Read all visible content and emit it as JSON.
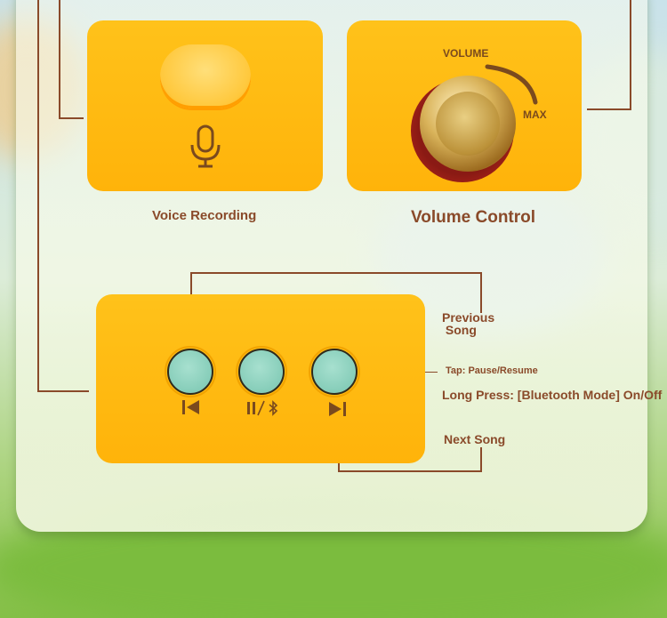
{
  "labels": {
    "voice_recording": "Voice Recording",
    "volume_control": "Volume Control",
    "previous_song": "Previous\n Song",
    "tap": "Tap: Pause/Resume",
    "long_press": "Long Press: [Bluetooth Mode] On/Off",
    "next_song": "Next Song"
  },
  "knob": {
    "volume": "VOLUME",
    "max": "MAX"
  },
  "button_icons": [
    "previous-icon",
    "play-pause-bluetooth-icon",
    "next-icon"
  ],
  "colors": {
    "panel": "#ffb80f",
    "button": "#86cdb9",
    "text": "#8a4a2a",
    "knob": "#c9a040"
  }
}
